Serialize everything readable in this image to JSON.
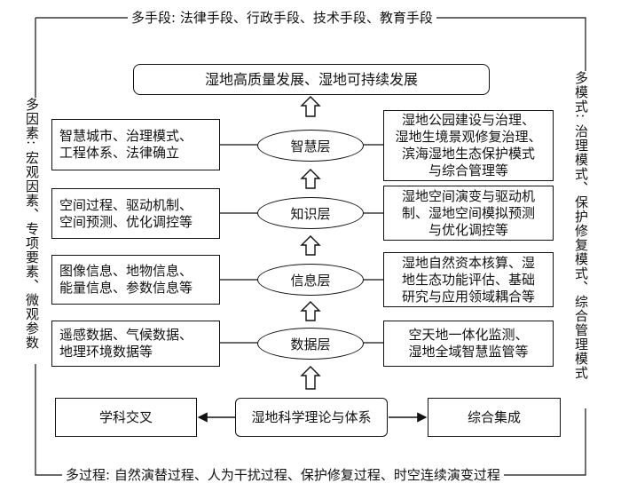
{
  "frame": {
    "top": "多手段: 法律手段、行政手段、技术手段、教育手段",
    "bottom": "多过程: 自然演替过程、人为干扰过程、保护修复过程、时空连续演变过程",
    "left": "多因素: 宏观因素、专项要素、微观参数",
    "right": "多模式: 治理模式、保护修复模式、综合管理模式"
  },
  "goal": "湿地高质量发展、湿地可持续发展",
  "layers": [
    {
      "name": "智慧层",
      "left_lines": [
        "智慧城市、治理模式、",
        "工程体系、法律确立"
      ],
      "right_lines": [
        "湿地公园建设与治理、",
        "湿地生境景观修复治理、",
        "滨海湿地生态保护模式",
        "与综合管理等"
      ]
    },
    {
      "name": "知识层",
      "left_lines": [
        "空间过程、驱动机制、",
        "空间预测、优化调控等"
      ],
      "right_lines": [
        "湿地空间演变与驱动机",
        "制、湿地空间模拟预测",
        "与优化调控等"
      ]
    },
    {
      "name": "信息层",
      "left_lines": [
        "图像信息、地物信息、",
        "能量信息、参数信息等"
      ],
      "right_lines": [
        "湿地自然资本核算、湿",
        "地生态功能评估、基础",
        "研究与应用领域耦合等"
      ]
    },
    {
      "name": "数据层",
      "left_lines": [
        "遥感数据、气候数据、",
        "地理环境数据等"
      ],
      "right_lines": [
        "空天地一体化监测、",
        "湿地全域智慧监管等"
      ]
    }
  ],
  "base": {
    "left": "学科交叉",
    "center": "湿地科学理论与体系",
    "right": "综合集成"
  }
}
